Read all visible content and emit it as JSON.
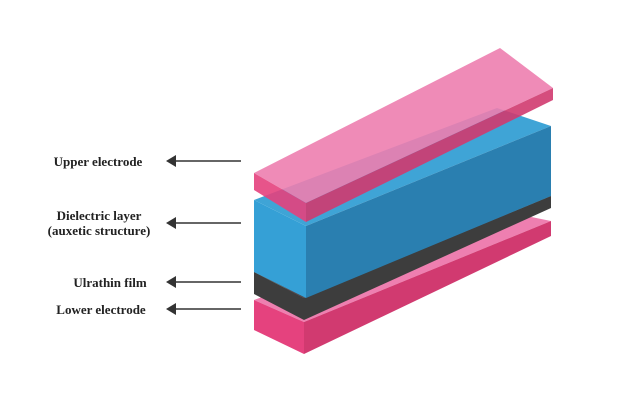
{
  "labels": {
    "upper_electrode": "Upper electrode",
    "dielectric_line1": "Dielectric layer",
    "dielectric_line2": "(auxetic structure)",
    "ultrathin_film": "Ulrathin film",
    "lower_electrode": "Lower electrode"
  },
  "colors": {
    "electrode_top": "#EE7FB0",
    "electrode_front": "#E5427E",
    "electrode_side": "#D13A70",
    "dielectric_top": "#3FA4D6",
    "dielectric_front": "#35A0D6",
    "dielectric_side": "#2A7FB0",
    "film_top": "#4B4B4B",
    "film_front": "#3D3D3D",
    "arrow": "#333333"
  },
  "icons": {
    "arrow": "left-arrow-icon"
  }
}
